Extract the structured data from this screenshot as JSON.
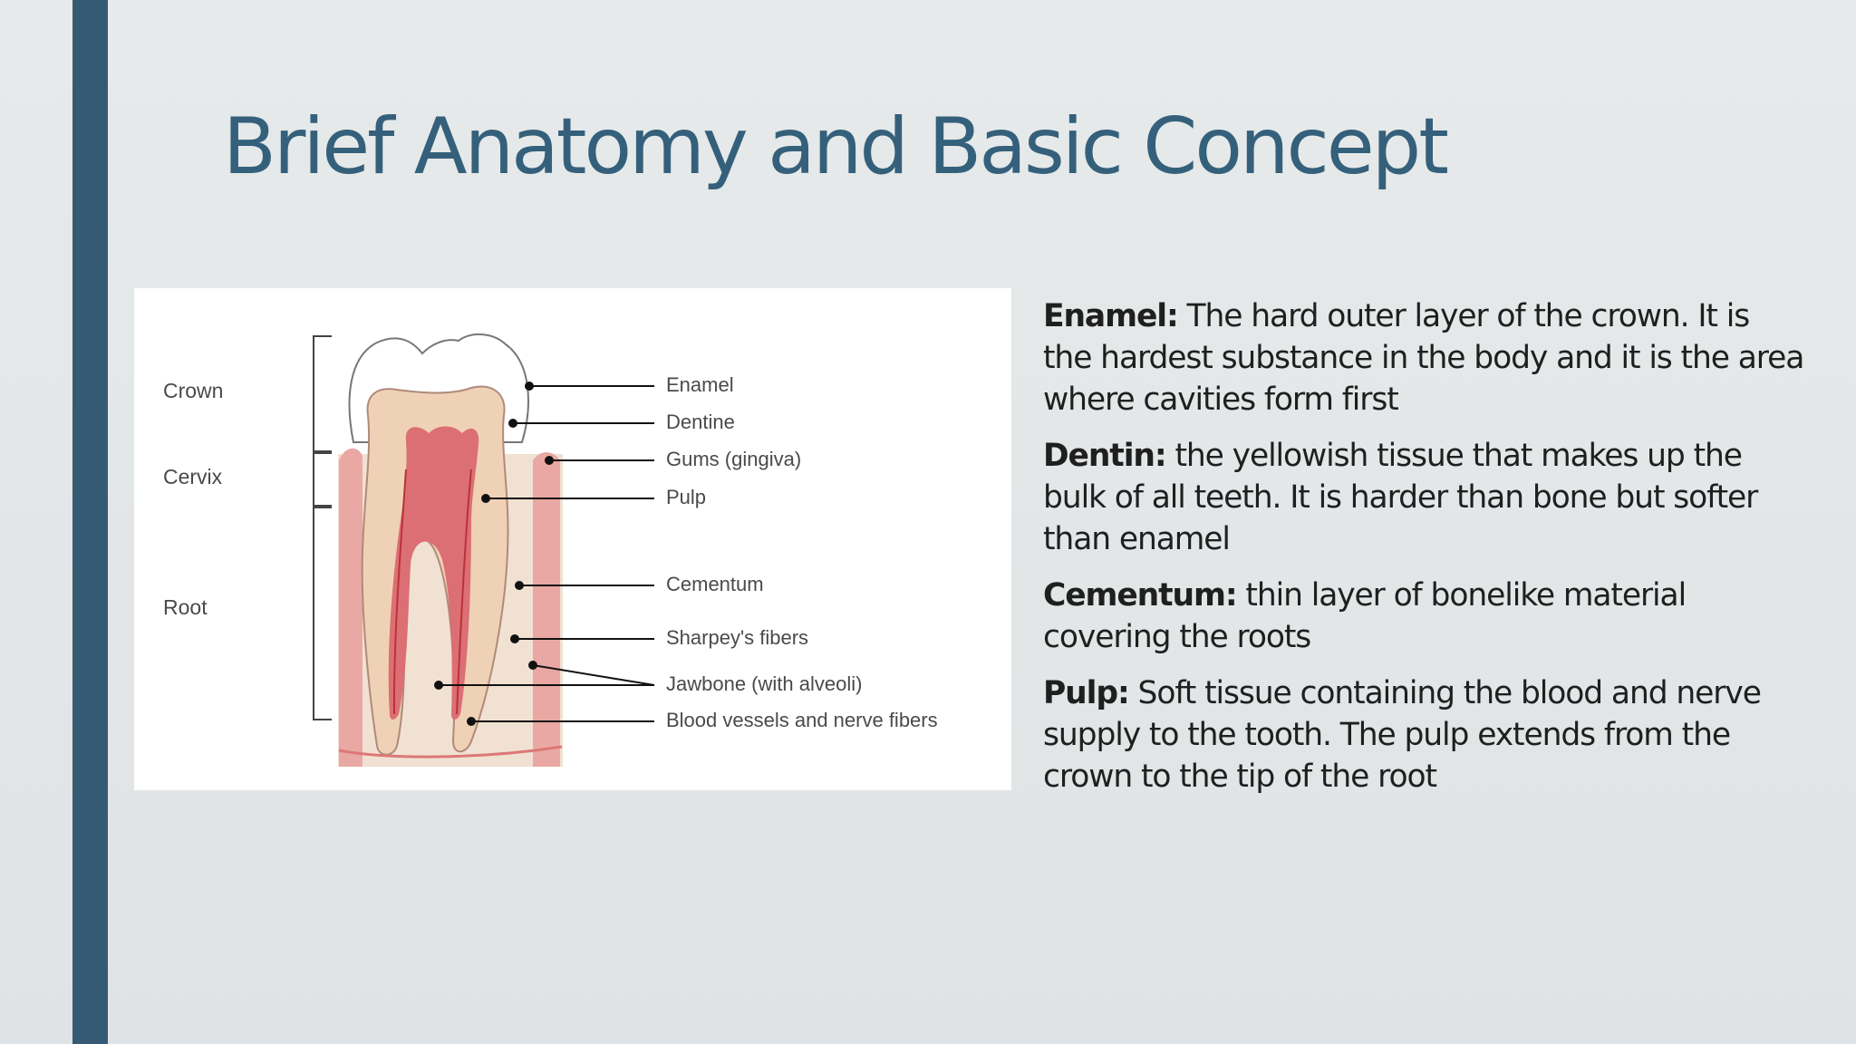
{
  "slide": {
    "title": "Brief Anatomy and Basic Concept"
  },
  "diagram": {
    "zones": {
      "crown": "Crown",
      "cervix": "Cervix",
      "root": "Root"
    },
    "parts": {
      "enamel": "Enamel",
      "dentine": "Dentine",
      "gums": "Gums (gingiva)",
      "pulp": "Pulp",
      "cementum": "Cementum",
      "sharpeys": "Sharpey's fibers",
      "jawbone": "Jawbone (with alveoli)",
      "vessels": "Blood vessels and nerve fibers"
    }
  },
  "definitions": [
    {
      "term": "Enamel:",
      "text": " The hard outer layer of the crown. It is the hardest substance in the body and it is the area where cavities form first"
    },
    {
      "term": "Dentin:",
      "text": " the yellowish tissue that makes up the bulk of all teeth. It is harder than bone but softer than enamel"
    },
    {
      "term": "Cementum:",
      "text": " thin layer of bonelike material covering the roots"
    },
    {
      "term": "Pulp:",
      "text": " Soft tissue containing the blood and nerve supply to the tooth. The pulp extends from the crown to the tip of the root"
    }
  ],
  "colors": {
    "accent": "#355a74",
    "title": "#35607b",
    "background": "#e3e7e8"
  }
}
